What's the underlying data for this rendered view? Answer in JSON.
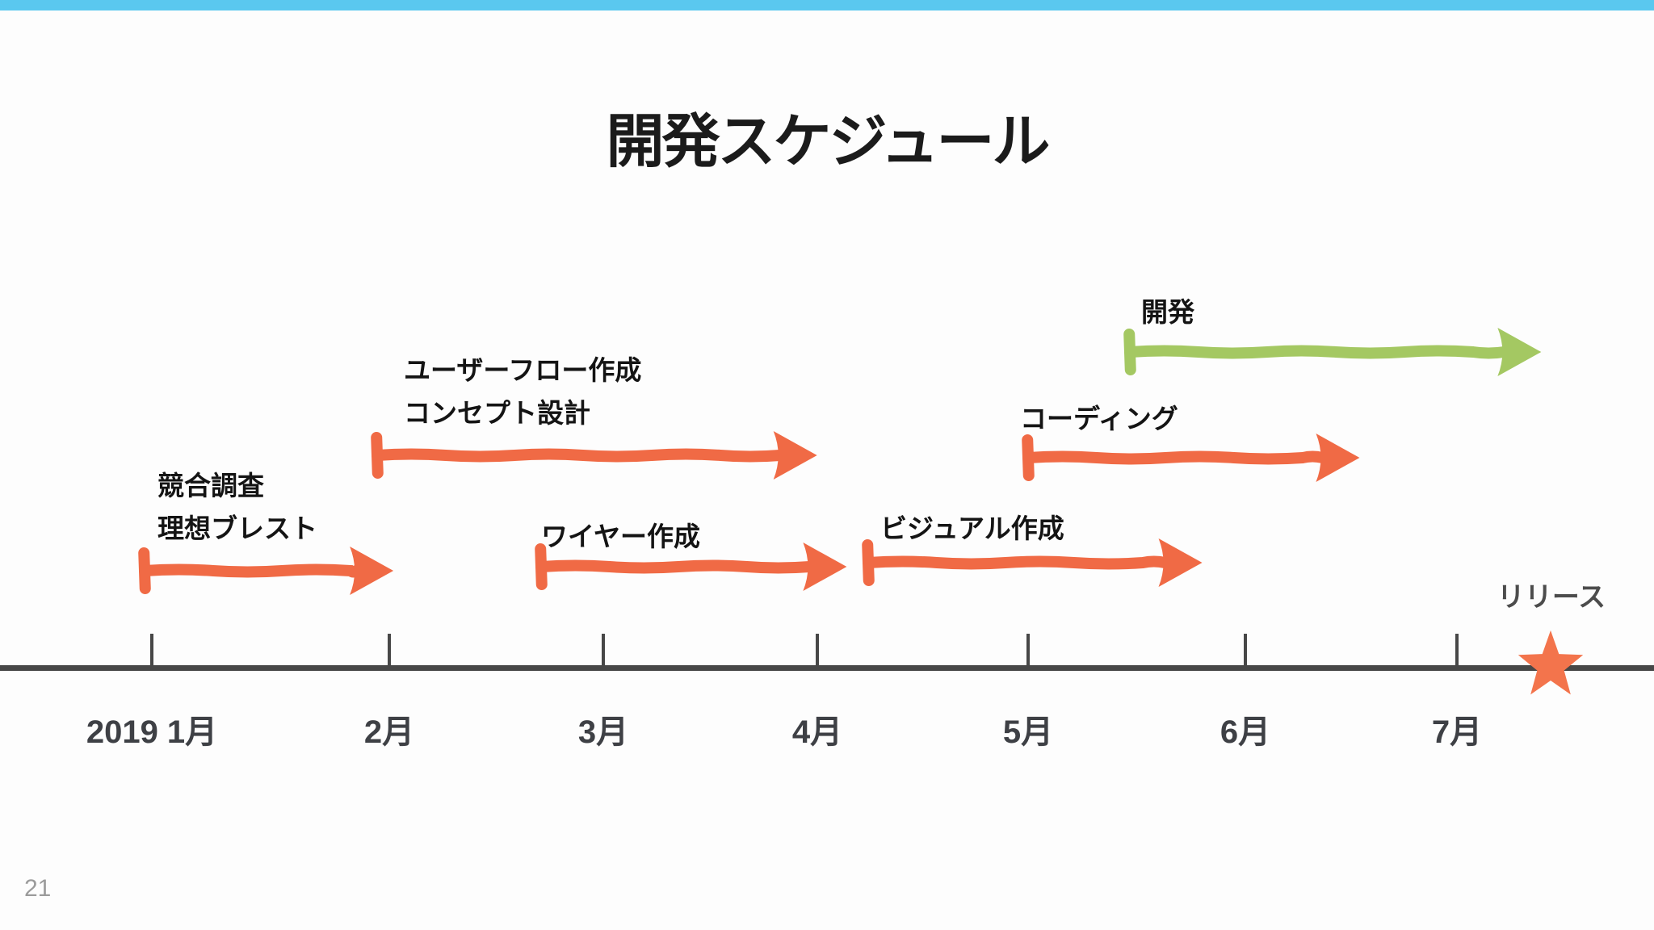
{
  "slide": {
    "title": "開発スケジュール",
    "page_number": "21",
    "accent_bar_color": "#5ac8ef",
    "background_color": "#fdfdfd"
  },
  "chart_data": {
    "type": "bar",
    "subtype": "gantt-timeline",
    "title": "開発スケジュール",
    "orientation": "horizontal",
    "axis": {
      "tick_labels": [
        "2019 1月",
        "2月",
        "3月",
        "4月",
        "5月",
        "6月",
        "7月"
      ],
      "unit": "month",
      "range_months": [
        1,
        7.6
      ],
      "line_color": "#474747",
      "label_color": "#3e4045",
      "grid": false
    },
    "legend": {
      "visible": false
    },
    "tasks": [
      {
        "name": "競合調査 理想ブレスト",
        "label_lines": [
          "競合調査",
          "理想ブレスト"
        ],
        "start_month": 0.97,
        "end_month": 2.02,
        "color": "#f06a45"
      },
      {
        "name": "ユーザーフロー作成 コンセプト設計",
        "label_lines": [
          "ユーザーフロー作成",
          "コンセプト設計"
        ],
        "start_month": 1.95,
        "end_month": 4.0,
        "color": "#f06a45"
      },
      {
        "name": "ワイヤー作成",
        "label_lines": [
          "ワイヤー作成"
        ],
        "start_month": 2.71,
        "end_month": 4.14,
        "color": "#f06a45"
      },
      {
        "name": "ビジュアル作成",
        "label_lines": [
          "ビジュアル作成"
        ],
        "start_month": 4.24,
        "end_month": 5.8,
        "color": "#f06a45"
      },
      {
        "name": "コーディング",
        "label_lines": [
          "コーディング"
        ],
        "start_month": 5.0,
        "end_month": 6.54,
        "color": "#f06a45"
      },
      {
        "name": "開発",
        "label_lines": [
          "開発"
        ],
        "start_month": 5.47,
        "end_month": 7.4,
        "color": "#a4c862"
      }
    ],
    "milestone": {
      "label": "リリース",
      "month": 7.44,
      "icon": "star",
      "color": "#f3744c"
    }
  }
}
